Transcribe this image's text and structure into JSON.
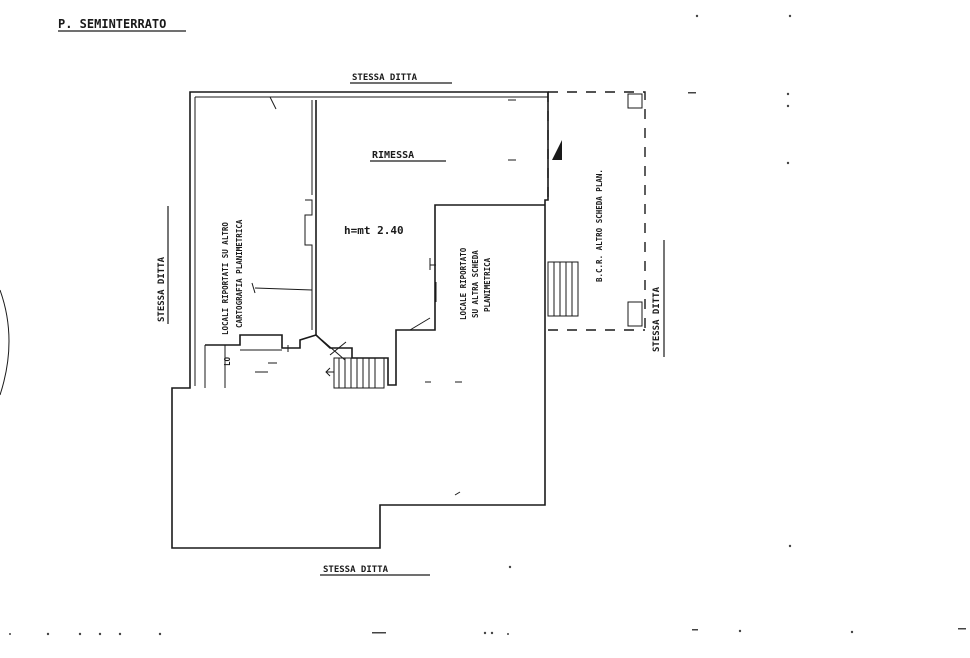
{
  "floor_title": "P. SEMINTERRATO",
  "labels": {
    "top_neighbor": "STESSA DITTA",
    "bottom_neighbor": "STESSA DITTA",
    "left_neighbor": "STESSA DITTA",
    "right_neighbor": "STESSA DITTA",
    "main_room": "RIMESSA",
    "height": "h=mt 2.40",
    "left_rooms_note_1": "LOCALI RIPORTATI SU ALTRO",
    "left_rooms_note_2": "CARTOGRAFIA PLANIMETRICA",
    "center_rooms_note_1": "LOCALE RIPORTATO",
    "center_rooms_note_2": "SU ALTRA SCHEDA",
    "center_rooms_note_3": "PLANIMETRICA",
    "right_area_note": "B.C.R. ALTRO SCHEDA PLAN.",
    "lo_mark": "LO"
  }
}
